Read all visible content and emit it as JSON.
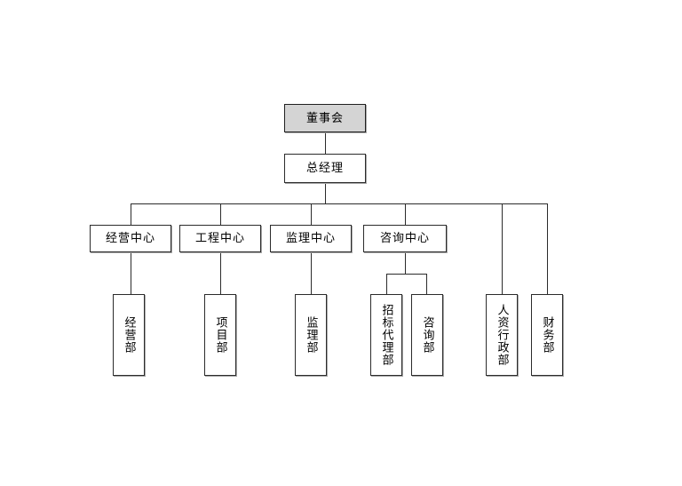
{
  "org_chart": {
    "type": "organization-chart",
    "colors": {
      "background": "#ffffff",
      "root_node_fill": "#d4d4d4",
      "node_fill": "#ffffff",
      "node_border": "#2b2b2b",
      "connector": "#2b2b2b",
      "text": "#000000"
    },
    "root": {
      "label": "董事会"
    },
    "general_manager": {
      "label": "总经理",
      "reports_to": "董事会"
    },
    "centers": [
      {
        "id": "business-center",
        "label": "经营中心",
        "reports_to": "总经理"
      },
      {
        "id": "engineering-center",
        "label": "工程中心",
        "reports_to": "总经理"
      },
      {
        "id": "supervision-center",
        "label": "监理中心",
        "reports_to": "总经理"
      },
      {
        "id": "consulting-center",
        "label": "咨询中心",
        "reports_to": "总经理"
      }
    ],
    "departments": [
      {
        "id": "business-dept",
        "label": "经营部",
        "reports_to": "经营中心"
      },
      {
        "id": "project-dept",
        "label": "项目部",
        "reports_to": "工程中心"
      },
      {
        "id": "supervision-dept",
        "label": "监理部",
        "reports_to": "监理中心"
      },
      {
        "id": "bidding-agency-dept",
        "label": "招标代理部",
        "reports_to": "咨询中心"
      },
      {
        "id": "consulting-dept",
        "label": "咨询部",
        "reports_to": "咨询中心"
      },
      {
        "id": "hr-admin-dept",
        "label": "人资行政部",
        "reports_to": "总经理"
      },
      {
        "id": "finance-dept",
        "label": "财务部",
        "reports_to": "总经理"
      }
    ]
  }
}
